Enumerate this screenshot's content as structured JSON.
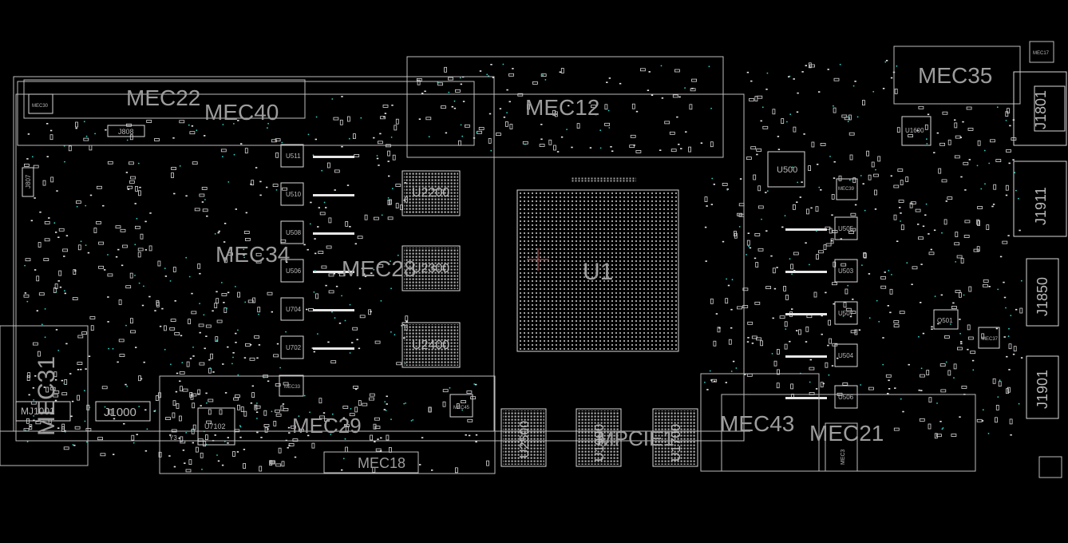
{
  "board": {
    "background": "#000000",
    "line_color": "#d8d8d8",
    "label_color": "#9c9c9c",
    "via_color": "#2fd1c6",
    "marker_color": "#d06060"
  },
  "mec_labels": {
    "mec22": "MEC22",
    "mec40": "MEC40",
    "mec12": "MEC12",
    "mec35": "MEC35",
    "mec34": "MEC34",
    "mec28": "MEC28",
    "mec31": "MEC31",
    "mec29": "MEC29",
    "mec18": "MEC18",
    "mpcie1": "MPCIE1",
    "mec43": "MEC43",
    "mec21": "MEC21"
  },
  "chip_labels": {
    "u1": "U1",
    "u2200": "U2200",
    "u2300": "U2300",
    "u2400": "U2400",
    "u2500": "U2500",
    "u1900": "U1900",
    "u1700": "U1700",
    "u500": "U500",
    "u1600": "U1600",
    "u7102": "U7102"
  },
  "connector_labels": {
    "j1801": "J1801",
    "j1911": "J1911",
    "j1850": "J1850",
    "j1901": "J1901",
    "j1000": "J1000",
    "j1001": "MJ1001",
    "j808": "J808",
    "j807": "J807"
  },
  "small_labels": {
    "u511": "U511",
    "u510": "U510",
    "u508": "U508",
    "u506": "U506",
    "u704": "U704",
    "u702": "U702",
    "u505": "U505",
    "u503": "U503",
    "u507": "U507",
    "u504": "U504",
    "u506b": "U506",
    "q501": "Q501",
    "mec30": "MEC30",
    "mec17": "MEC17",
    "mec39": "MEC39",
    "mec37": "MEC37",
    "mec3": "MEC3",
    "mec45": "MEC45",
    "mec33": "MEC33",
    "y3": "Y3"
  }
}
